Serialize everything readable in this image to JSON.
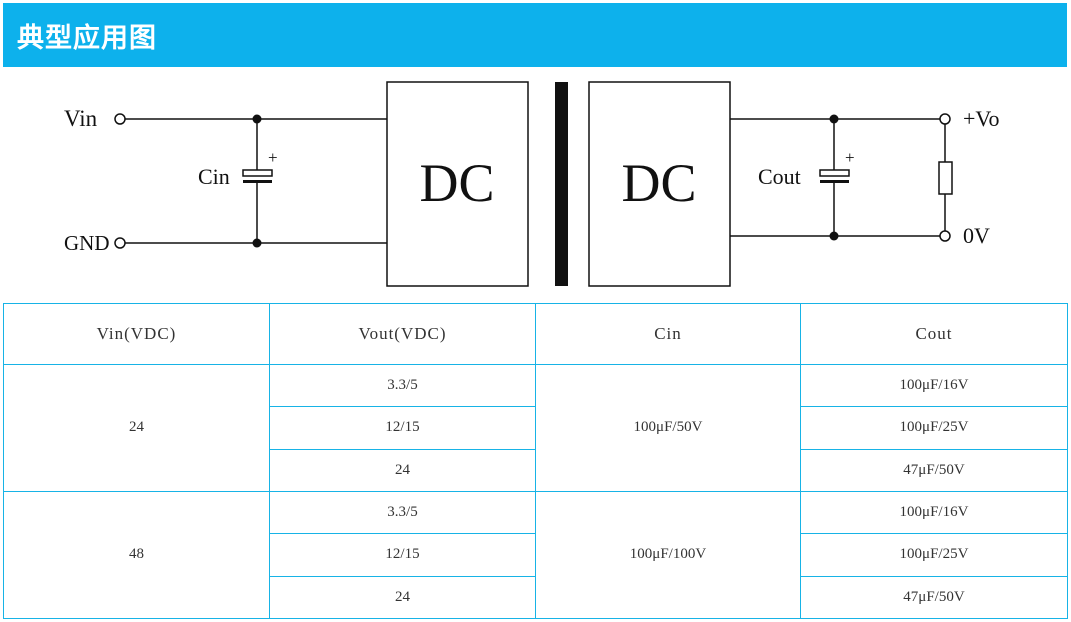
{
  "header": {
    "title": "典型应用图"
  },
  "diagram": {
    "labels": {
      "vin": "Vin",
      "gnd": "GND",
      "cin": "Cin",
      "cin_polarity": "+",
      "dc_left": "DC",
      "dc_right": "DC",
      "cout": "Cout",
      "cout_polarity": "+",
      "vo_plus": "+Vo",
      "zero_v": "0V"
    }
  },
  "table": {
    "headers": [
      "Vin(VDC)",
      "Vout(VDC)",
      "Cin",
      "Cout"
    ],
    "groups": [
      {
        "vin": "24",
        "cin": "100μF/50V",
        "rows": [
          {
            "vout": "3.3/5",
            "cout": "100μF/16V"
          },
          {
            "vout": "12/15",
            "cout": "100μF/25V"
          },
          {
            "vout": "24",
            "cout": "47μF/50V"
          }
        ]
      },
      {
        "vin": "48",
        "cin": "100μF/100V",
        "rows": [
          {
            "vout": "3.3/5",
            "cout": "100μF/16V"
          },
          {
            "vout": "12/15",
            "cout": "100μF/25V"
          },
          {
            "vout": "24",
            "cout": "47μF/50V"
          }
        ]
      }
    ]
  }
}
